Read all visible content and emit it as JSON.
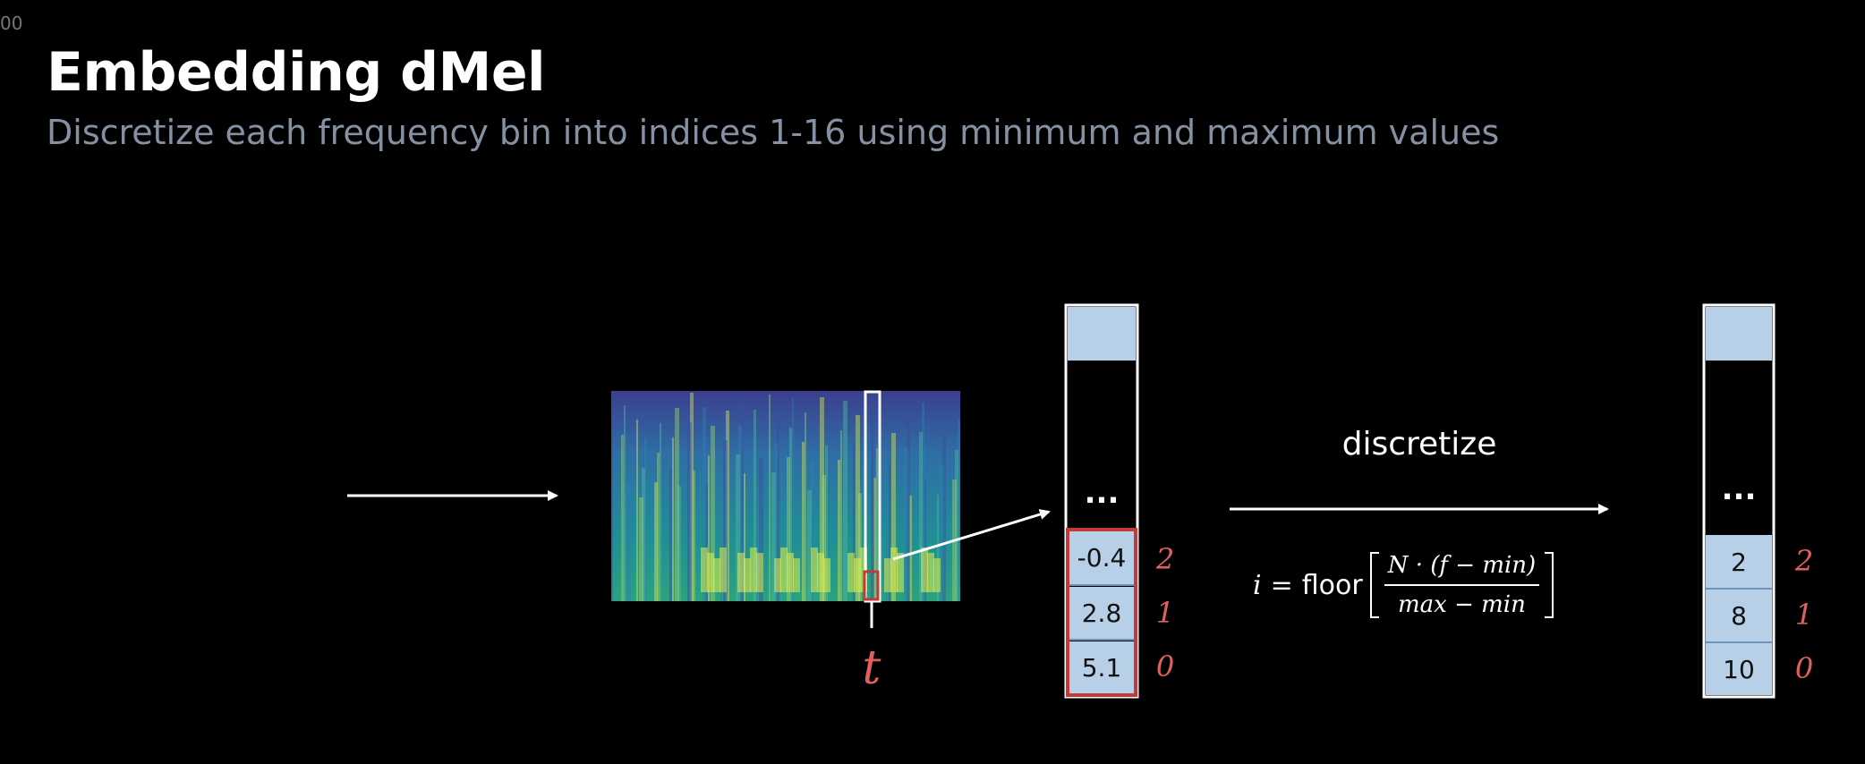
{
  "corner_text": "00",
  "slide": {
    "title": "Embedding dMel",
    "subtitle": "Discretize each frequency bin into indices 1-16 using minimum and maximum values"
  },
  "spectrogram": {
    "time_label": "t"
  },
  "raw_column": {
    "ellipsis": "...",
    "cells": [
      {
        "value": "-0.4",
        "index": "2"
      },
      {
        "value": "2.8",
        "index": "1"
      },
      {
        "value": "5.1",
        "index": "0"
      }
    ]
  },
  "discretize": {
    "label": "discretize",
    "formula": {
      "lhs": "i",
      "eq": "=",
      "func": "floor",
      "numerator": "N · (f − min)",
      "denominator": "max − min"
    }
  },
  "discrete_column": {
    "ellipsis": "...",
    "cells": [
      {
        "value": "2",
        "index": "2"
      },
      {
        "value": "8",
        "index": "1"
      },
      {
        "value": "10",
        "index": "0"
      }
    ]
  },
  "colors": {
    "accent_red": "#e06060",
    "box_red": "#c43a3a",
    "cell_blue": "#b7d0e8",
    "subtitle_gray": "#8591a3"
  }
}
